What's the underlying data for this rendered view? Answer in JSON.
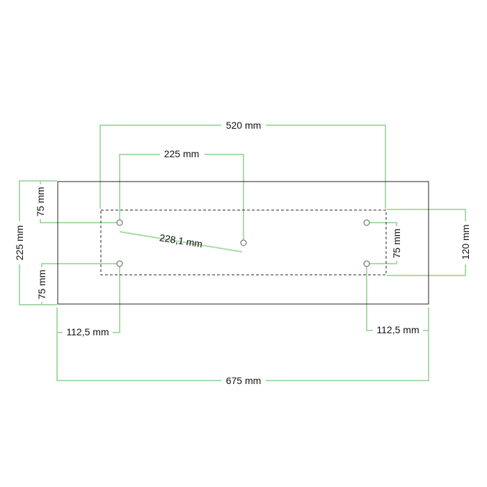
{
  "colors": {
    "dimension": "#a8dba8",
    "outline": "#222222",
    "background": "#ffffff"
  },
  "dimensions": {
    "top_span": "520 mm",
    "top_inner": "225 mm",
    "diagonal": "228,1 mm",
    "left_total": "225 mm",
    "left_upper": "75 mm",
    "left_lower": "75 mm",
    "right_inner": "75 mm",
    "right_outer": "120 mm",
    "bottom_left_offset": "112,5 mm",
    "bottom_right_offset": "112,5 mm",
    "bottom_total": "675 mm"
  }
}
